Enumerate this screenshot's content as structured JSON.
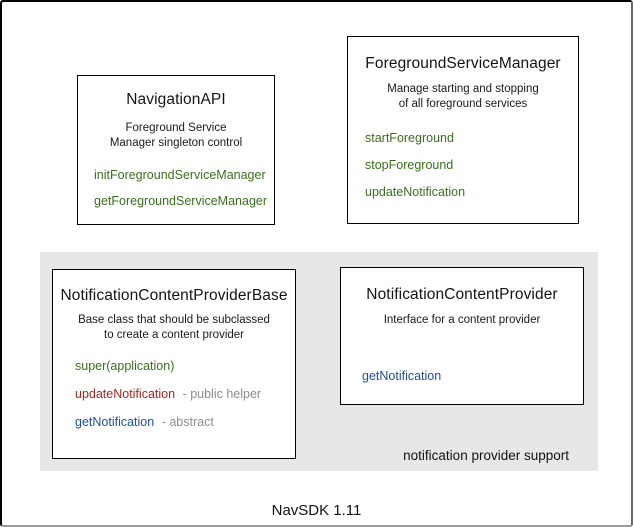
{
  "colors": {
    "method_green": "#3a701d",
    "method_red": "#a5281f",
    "method_blue": "#1d4f9e",
    "annotation_gray": "#8c8c8c",
    "panel_gray": "#e7e7e7",
    "frame_border": "#000000"
  },
  "boxes": {
    "navigation_api": {
      "title": "NavigationAPI",
      "description_lines": [
        "Foreground Service",
        "Manager singleton control"
      ],
      "methods": [
        {
          "label": "initForegroundServiceManager",
          "color": "green",
          "annotation": ""
        },
        {
          "label": "getForegroundServiceManager",
          "color": "green",
          "annotation": ""
        }
      ]
    },
    "foreground_service_manager": {
      "title": "ForegroundServiceManager",
      "description_lines": [
        "Manage starting and stopping",
        "of all foreground services"
      ],
      "methods": [
        {
          "label": "startForeground",
          "color": "green",
          "annotation": ""
        },
        {
          "label": "stopForeground",
          "color": "green",
          "annotation": ""
        },
        {
          "label": "updateNotification",
          "color": "green",
          "annotation": ""
        }
      ]
    },
    "notification_content_provider_base": {
      "title": "NotificationContentProviderBase",
      "description_lines": [
        "Base class that should be subclassed",
        "to create a content provider"
      ],
      "methods": [
        {
          "label": "super(application)",
          "color": "green",
          "annotation": ""
        },
        {
          "label": "updateNotification",
          "color": "red",
          "annotation": "- public helper"
        },
        {
          "label": "getNotification",
          "color": "blue",
          "annotation": "- abstract"
        }
      ]
    },
    "notification_content_provider": {
      "title": "NotificationContentProvider",
      "description_lines": [
        "Interface for a content provider"
      ],
      "methods": [
        {
          "label": "getNotification",
          "color": "blue",
          "annotation": ""
        }
      ]
    }
  },
  "gray_panel": {
    "label": "notification provider support"
  },
  "caption": "NavSDK 1.11"
}
